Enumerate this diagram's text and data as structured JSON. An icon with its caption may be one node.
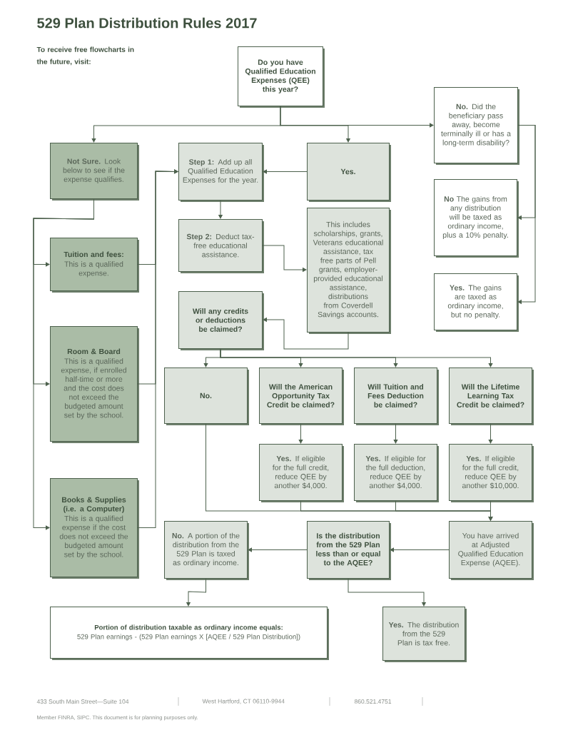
{
  "diagram": {
    "title": "529 Plan Distribution Rules 2017",
    "nodes": [
      {
        "text": [
          "Do you have Qualified Education Expenses (QEE) this year?"
        ]
      },
      {
        "text": [
          "**Not Sure.** Look below to see if the expense qualifies."
        ]
      },
      {
        "text": [
          "**Step 1:** Add up all Qualified Education Expenses for the year."
        ]
      },
      {
        "text": [
          "Yes."
        ]
      },
      {
        "text": [
          "**No.** Did the beneficiary pass away, become terminally ill or has a long-term disability?"
        ]
      },
      {
        "text": [
          "Tuition and fees:",
          "This is a qualified expense."
        ]
      },
      {
        "text": [
          "**Step 2:** Deduct tax-free educational assistance."
        ]
      },
      {
        "text": [
          "This includes scholarships, grants, Veterans educational assistance, tax free parts of Pell grants, employer-provided educational assistance, distributions from Coverdell Savings accounts."
        ]
      },
      {
        "text": [
          "**No** The gains from any distribution will be taxed as ordinary income, plus a 10% penalty."
        ]
      },
      {
        "text": [
          "Will any credits or deductions be claimed?"
        ]
      },
      {
        "text": [
          "**Yes.** The gains are taxed as ordinary income, but no penalty."
        ]
      },
      {
        "text": [
          "Room & Board",
          "This is a qualified expense, if enrolled half-time or more and the cost does not exceed the budgeted amount set by the school."
        ]
      },
      {
        "text": [
          "No."
        ]
      },
      {
        "text": [
          "Will the American Opportunity Tax Credit be claimed?"
        ]
      },
      {
        "text": [
          "Will Tuition and Fees Deduction be claimed?"
        ]
      },
      {
        "text": [
          "Will the Lifetime Learning Tax Credit be claimed?"
        ]
      },
      {
        "text": [
          "**Yes.** If eligible for the full credit, reduce QEE by another $4,000."
        ]
      },
      {
        "text": [
          "**Yes.** If eligible for the full deduction, reduce QEE by another $4,000."
        ]
      },
      {
        "text": [
          "**Yes.** If eligible for the full credit, reduce QEE by another $10,000."
        ]
      },
      {
        "text": [
          "Books & Supplies (i.e. a Computer)",
          "This is a qualified expense if the cost does not exceed the budgeted amount set by the school."
        ]
      },
      {
        "text": [
          "**No.** A portion of the distribution from the 529 Plan is taxed as ordinary income."
        ]
      },
      {
        "text": [
          "Is the distribution from the 529 Plan less than or equal to the AQEE?"
        ]
      },
      {
        "text": [
          "You have arrived at Adjusted Qualified Education Expense (AQEE)."
        ]
      },
      {
        "text": [
          "Portion of distribution taxable as ordinary income equals:",
          "529 Plan earnings - (529 Plan earnings X [AQEE / 529 Plan Distribution])"
        ]
      },
      {
        "text": [
          "**Yes.** The distribution from the 529 Plan is tax free."
        ]
      }
    ],
    "edges": [
      {
        "from": 0,
        "to": 1,
        "arrow": "to"
      },
      {
        "from": 0,
        "to": 3,
        "arrow": "to"
      },
      {
        "from": 0,
        "to": 4,
        "arrow": "to"
      },
      {
        "from": 1,
        "to": 5,
        "arrow": "to"
      },
      {
        "from": 1,
        "to": 11,
        "arrow": "to"
      },
      {
        "from": 1,
        "to": 19,
        "arrow": "to"
      },
      {
        "from": 5,
        "to": 2,
        "arrow": "to"
      },
      {
        "from": 11,
        "to": 2,
        "arrow": "to"
      },
      {
        "from": 19,
        "to": 2,
        "arrow": "to"
      },
      {
        "from": 3,
        "to": 2,
        "arrow": "to"
      },
      {
        "from": 2,
        "to": 6,
        "arrow": "to"
      },
      {
        "from": 6,
        "to": 7,
        "arrow": "to"
      },
      {
        "from": 7,
        "to": 9,
        "arrow": "to"
      },
      {
        "from": 4,
        "to": 8,
        "arrow": "to"
      },
      {
        "from": 4,
        "to": 10,
        "arrow": "to"
      },
      {
        "from": 9,
        "to": 12,
        "arrow": "to"
      },
      {
        "from": 9,
        "to": 13,
        "arrow": "to"
      },
      {
        "from": 9,
        "to": 14,
        "arrow": "to"
      },
      {
        "from": 9,
        "to": 15,
        "arrow": "to"
      },
      {
        "from": 13,
        "to": 16,
        "arrow": "to"
      },
      {
        "from": 14,
        "to": 17,
        "arrow": "to"
      },
      {
        "from": 15,
        "to": 18,
        "arrow": "to"
      },
      {
        "from": 12,
        "to": 22,
        "arrow": "to"
      },
      {
        "from": 16,
        "to": 22,
        "arrow": "to"
      },
      {
        "from": 17,
        "to": 22,
        "arrow": "to"
      },
      {
        "from": 18,
        "to": 22,
        "arrow": "to"
      },
      {
        "from": 22,
        "to": 21,
        "arrow": "to"
      },
      {
        "from": 21,
        "to": 20,
        "arrow": "to"
      },
      {
        "from": 20,
        "to": 23,
        "arrow": "to"
      },
      {
        "from": 21,
        "to": 24,
        "arrow": "to"
      }
    ],
    "labels": [
      "To receive free flowcharts in the future, visit:",
      "433 South Main Street—Suite 104",
      "West Hartford, CT 06110-9944",
      "860.521.4751",
      "Member FINRA, SIPC.  This document is for planning purposes only."
    ]
  }
}
